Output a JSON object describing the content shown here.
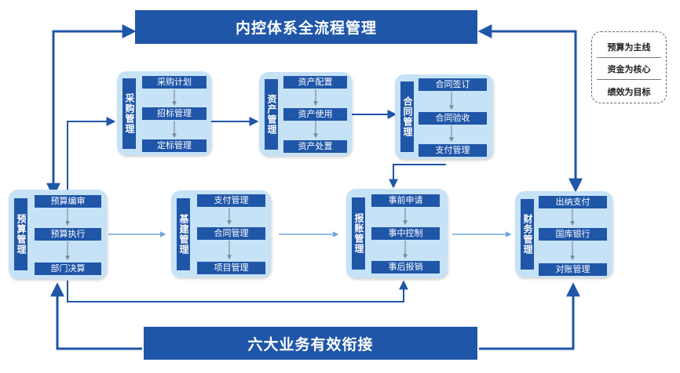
{
  "title": "内控体系全流程管理",
  "bottom_title": "六大业务有效衔接",
  "legend": [
    "预算为主线",
    "资金为核心",
    "绩效为目标"
  ],
  "colors": {
    "dark_blue": "#1f56a8",
    "light_blue": "#c6e2f7",
    "arrow_blue": "#1f56a8",
    "light_arrow": "#6fa8dc"
  },
  "groups": {
    "procurement": {
      "label": "采购管理",
      "items": [
        "采购计划",
        "招标管理",
        "定标管理"
      ]
    },
    "assets": {
      "label": "资产管理",
      "items": [
        "资产配置",
        "资产使用",
        "资产处置"
      ]
    },
    "contract": {
      "label": "合同管理",
      "items": [
        "合同签订",
        "合同验收",
        "支付管理"
      ]
    },
    "budget": {
      "label": "预算管理",
      "items": [
        "预算编审",
        "预算执行",
        "部门决算"
      ]
    },
    "construction": {
      "label": "基建管理",
      "items": [
        "支付管理",
        "合同管理",
        "项目管理"
      ]
    },
    "reimbursement": {
      "label": "报账管理",
      "items": [
        "事前申请",
        "事中控制",
        "事后报销"
      ]
    },
    "finance": {
      "label": "财务管理",
      "items": [
        "出纳支付",
        "国库银行",
        "对账管理"
      ]
    }
  }
}
